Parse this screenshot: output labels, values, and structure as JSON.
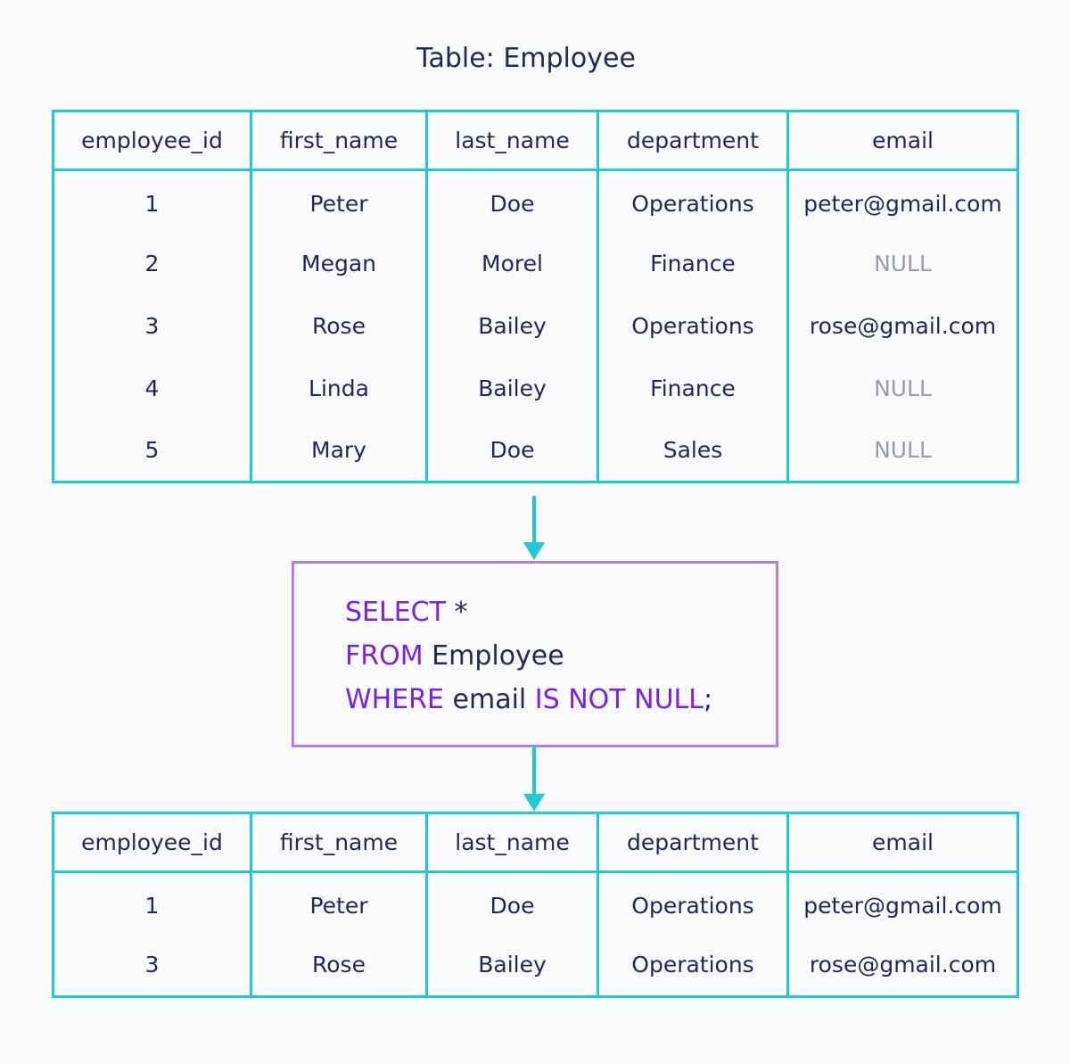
{
  "title": "Table: Employee",
  "columns": [
    "employee_id",
    "first_name",
    "last_name",
    "department",
    "email"
  ],
  "source_rows": [
    [
      "1",
      "Peter",
      "Doe",
      "Operations",
      "peter@gmail.com"
    ],
    [
      "2",
      "Megan",
      "Morel",
      "Finance",
      "NULL"
    ],
    [
      "3",
      "Rose",
      "Bailey",
      "Operations",
      "rose@gmail.com"
    ],
    [
      "4",
      "Linda",
      "Bailey",
      "Finance",
      "NULL"
    ],
    [
      "5",
      "Mary",
      "Doe",
      "Sales",
      "NULL"
    ]
  ],
  "query": {
    "line1": {
      "kw": "SELECT",
      "rest": " *"
    },
    "line2": {
      "kw": "FROM",
      "rest": " Employee"
    },
    "line3": {
      "kw1": "WHERE",
      "mid": " email ",
      "kw2": "IS NOT NULL",
      "end": ";"
    }
  },
  "result_rows": [
    [
      "1",
      "Peter",
      "Doe",
      "Operations",
      "peter@gmail.com"
    ],
    [
      "3",
      "Rose",
      "Bailey",
      "Operations",
      "rose@gmail.com"
    ]
  ],
  "colors": {
    "table_border": "#1ecbd4",
    "arrow": "#1ecbd4",
    "query_border": "#b47ee9",
    "keyword": "#7a20e8",
    "text": "#25265e",
    "null_text": "#9a9cb2"
  }
}
